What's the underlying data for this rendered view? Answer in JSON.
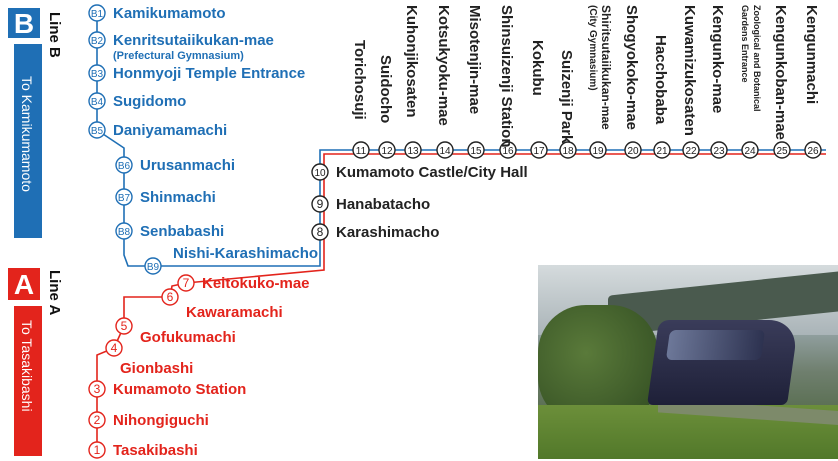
{
  "colors": {
    "line_a": "#e3241c",
    "line_b": "#1f6fb5",
    "shared": "#222222"
  },
  "badges": [
    {
      "letter": "B",
      "line": "Line B",
      "direction": "To Kamikumamoto",
      "color": "#1f6fb5"
    },
    {
      "letter": "A",
      "line": "Line A",
      "direction": "To Tasakibashi",
      "color": "#e3241c"
    }
  ],
  "line_b_stops": [
    {
      "code": "B1",
      "name": "Kamikumamoto",
      "sub": ""
    },
    {
      "code": "B2",
      "name": "Kenritsutaiikukan-mae",
      "sub": "(Prefectural Gymnasium)"
    },
    {
      "code": "B3",
      "name": "Honmyoji Temple Entrance",
      "sub": ""
    },
    {
      "code": "B4",
      "name": "Sugidomo",
      "sub": ""
    },
    {
      "code": "B5",
      "name": "Daniyamamachi",
      "sub": ""
    },
    {
      "code": "B6",
      "name": "Urusanmachi",
      "sub": ""
    },
    {
      "code": "B7",
      "name": "Shinmachi",
      "sub": ""
    },
    {
      "code": "B8",
      "name": "Senbabashi",
      "sub": ""
    },
    {
      "code": "B9",
      "name": "Nishi-Karashimacho",
      "sub": ""
    }
  ],
  "line_a_stops": [
    {
      "code": "1",
      "name": "Tasakibashi"
    },
    {
      "code": "2",
      "name": "Nihongiguchi"
    },
    {
      "code": "3",
      "name": "Kumamoto Station"
    },
    {
      "code": "4",
      "name": "Gionbashi"
    },
    {
      "code": "5",
      "name": "Gofukumachi"
    },
    {
      "code": "6",
      "name": "Kawaramachi"
    },
    {
      "code": "7",
      "name": "Keitokuko-mae"
    }
  ],
  "shared_stops": [
    {
      "code": "8",
      "name": "Karashimacho"
    },
    {
      "code": "9",
      "name": "Hanabatacho"
    },
    {
      "code": "10",
      "name": "Kumamoto Castle/City Hall"
    }
  ],
  "top_stops": [
    {
      "code": "11",
      "name": "Torichosuji",
      "sub": ""
    },
    {
      "code": "12",
      "name": "Suidocho",
      "sub": ""
    },
    {
      "code": "13",
      "name": "Kuhonjikosaten",
      "sub": ""
    },
    {
      "code": "14",
      "name": "Kotsukyoku-mae",
      "sub": ""
    },
    {
      "code": "15",
      "name": "Misotenjin-mae",
      "sub": ""
    },
    {
      "code": "16",
      "name": "Shinsuizenji Station",
      "sub": ""
    },
    {
      "code": "17",
      "name": "Kokubu",
      "sub": ""
    },
    {
      "code": "18",
      "name": "Suizenji Park",
      "sub": ""
    },
    {
      "code": "19",
      "name": "Shiritsutaiikukan-mae",
      "sub": "(City Gymnasium)"
    },
    {
      "code": "20",
      "name": "Shogyokoko-mae",
      "sub": ""
    },
    {
      "code": "21",
      "name": "Hacchobaba",
      "sub": ""
    },
    {
      "code": "22",
      "name": "Kuwamizukosaten",
      "sub": ""
    },
    {
      "code": "23",
      "name": "Kengunko-mae",
      "sub": ""
    },
    {
      "code": "24",
      "name": "Zoological and Botanical",
      "sub": "Gardens Entrance"
    },
    {
      "code": "25",
      "name": "Kengunkoban-mae",
      "sub": ""
    },
    {
      "code": "26",
      "name": "Kengunmachi",
      "sub": ""
    }
  ]
}
